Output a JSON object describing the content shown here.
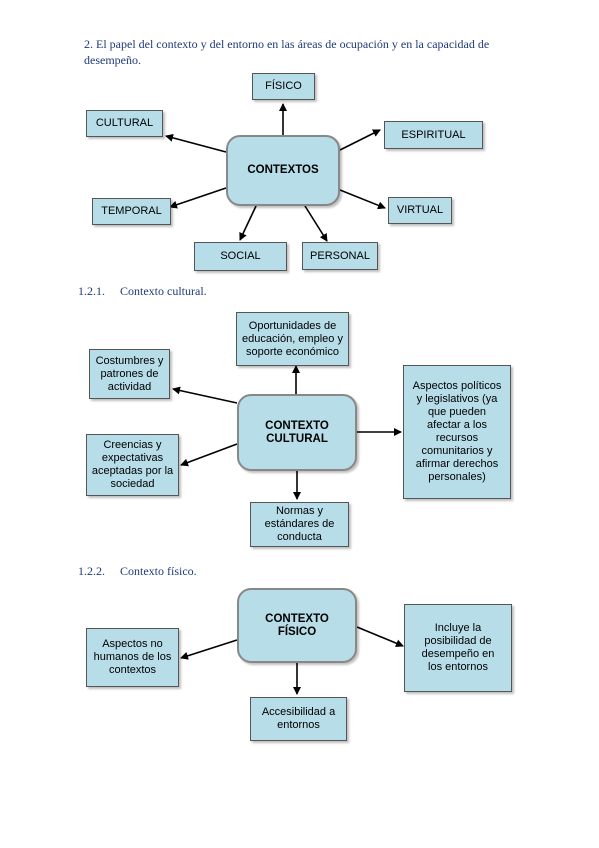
{
  "heading": "2. El papel del contexto y del entorno en las áreas de ocupación y en la capacidad de desempeño.",
  "section1": {
    "center": "CONTEXTOS",
    "nodes": {
      "fisico": "FÍSICO",
      "cultural": "CULTURAL",
      "espiritual": "ESPIRITUAL",
      "temporal": "TEMPORAL",
      "virtual": "VIRTUAL",
      "social": "SOCIAL",
      "personal": "PERSONAL"
    }
  },
  "section2": {
    "number": "1.2.1.",
    "title": "Contexto cultural.",
    "center": "CONTEXTO CULTURAL",
    "nodes": {
      "oportunidades": "Oportunidades de educación, empleo y soporte económico",
      "costumbres": "Costumbres y patrones de actividad",
      "creencias": "Creencias y expectativas aceptadas por la sociedad",
      "aspectos_politicos": "Aspectos políticos y legislativos (ya que pueden afectar a los recursos comunitarios y afirmar derechos personales)",
      "normas": "Normas y estándares de conducta"
    }
  },
  "section3": {
    "number": "1.2.2.",
    "title": "Contexto físico.",
    "center": "CONTEXTO FÍSICO",
    "nodes": {
      "aspectos_no_humanos": "Aspectos no humanos de los contextos",
      "incluye": "Incluye la posibilidad de desempeño en los entornos",
      "accesibilidad": "Accesibilidad a entornos"
    }
  }
}
